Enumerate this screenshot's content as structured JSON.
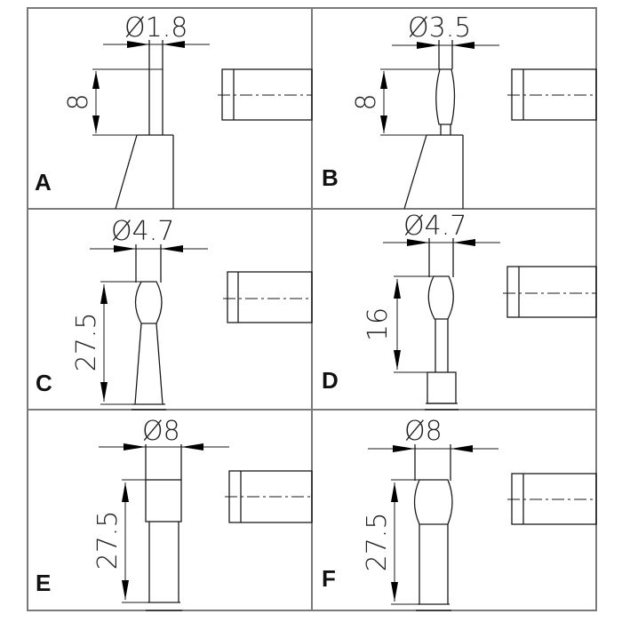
{
  "panels": [
    {
      "id": "A",
      "label": "A",
      "diameter": "Ø1.8",
      "length": "8"
    },
    {
      "id": "B",
      "label": "B",
      "diameter": "Ø3.5",
      "length": "8"
    },
    {
      "id": "C",
      "label": "C",
      "diameter": "Ø4.7",
      "length": "27.5"
    },
    {
      "id": "D",
      "label": "D",
      "diameter": "Ø4.7",
      "length": "16"
    },
    {
      "id": "E",
      "label": "E",
      "diameter": "Ø8",
      "length": "27.5"
    },
    {
      "id": "F",
      "label": "F",
      "diameter": "Ø8",
      "length": "27.5"
    }
  ],
  "colors": {
    "line": "#1a1a1a",
    "frame": "#7a7a7a",
    "background": "#ffffff"
  }
}
